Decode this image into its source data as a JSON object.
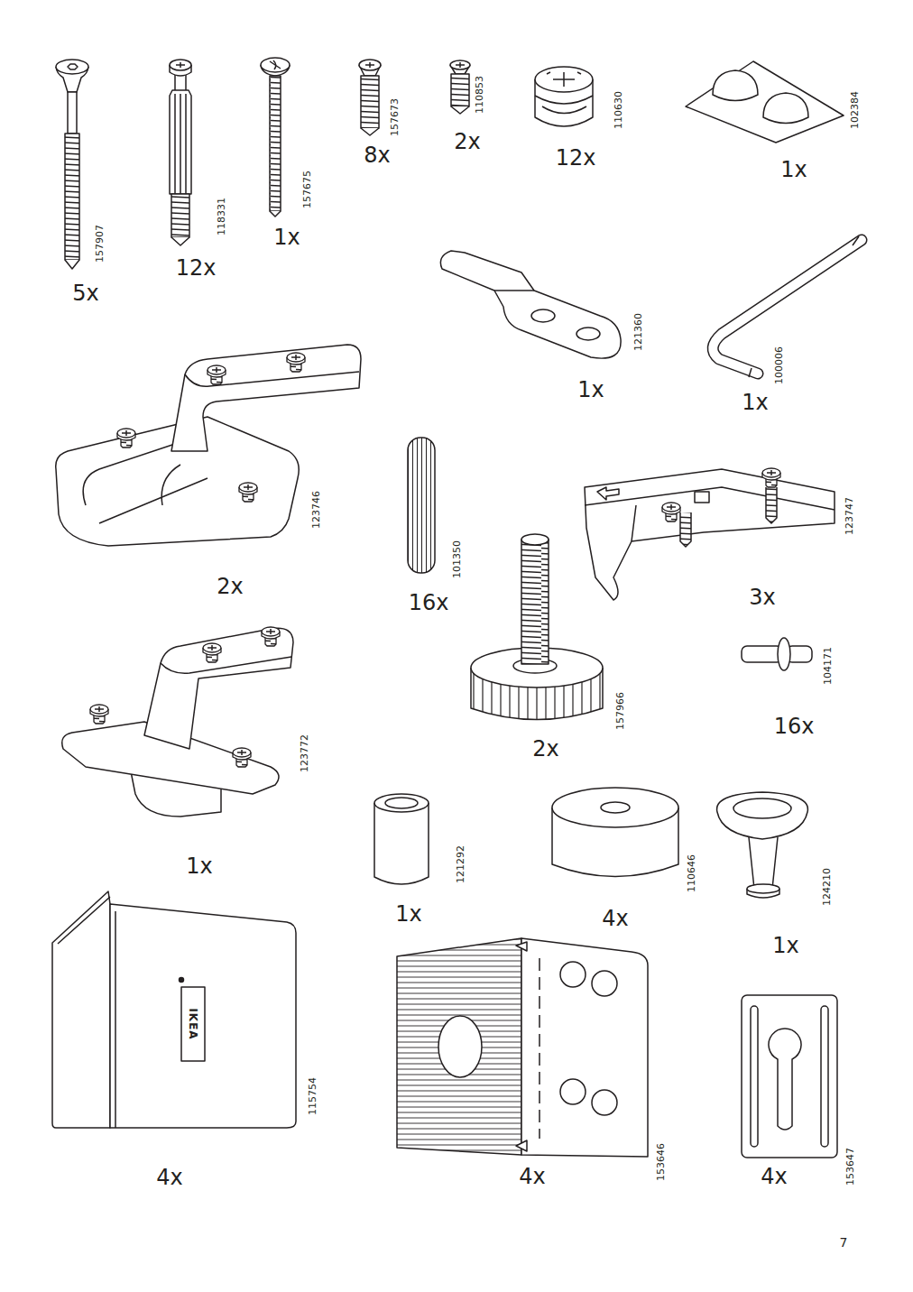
{
  "diagram": {
    "labels": [
      "157907",
      "5x",
      "118331",
      "12x",
      "157675",
      "1x",
      "157673",
      "8x",
      "110853",
      "2x",
      "110630",
      "12x",
      "102384",
      "1x",
      "121360",
      "1x",
      "100006",
      "1x",
      "123746",
      "2x",
      "101350",
      "16x",
      "123747",
      "3x",
      "157966",
      "2x",
      "104171",
      "16x",
      "123772",
      "1x",
      "121292",
      "1x",
      "110646",
      "4x",
      "124210",
      "1x",
      "115754",
      "IKEA",
      "4x",
      "153646",
      "4x",
      "153647",
      "4x",
      "7"
    ]
  }
}
